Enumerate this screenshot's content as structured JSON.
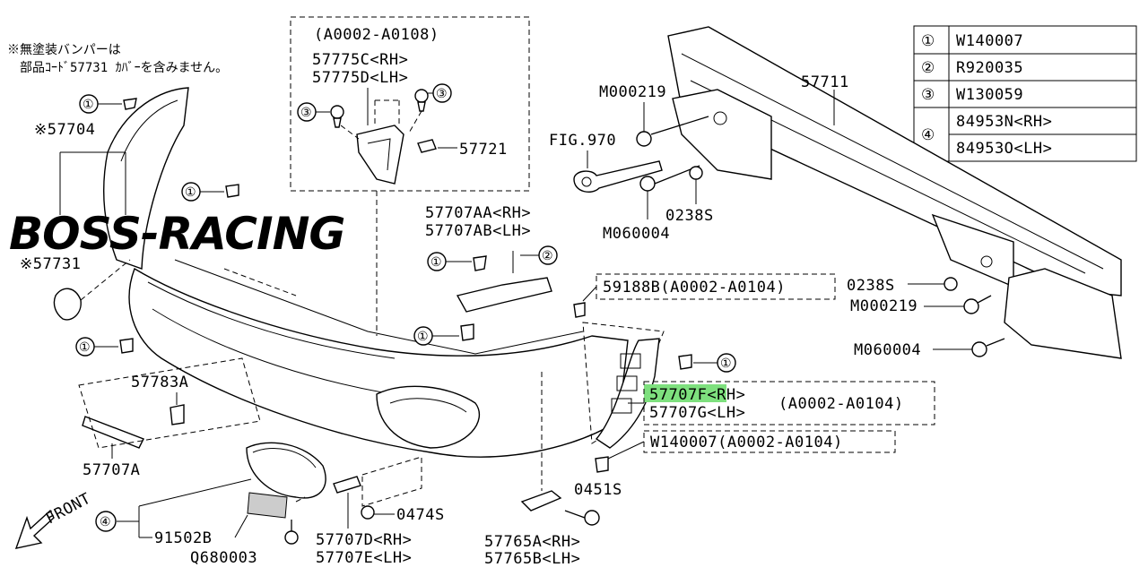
{
  "note": {
    "line1": "※無塗装バンパーは",
    "line2": "部品ｺｰﾄﾞ57731 ｶﾊﾞｰを含みません。"
  },
  "watermark": "BOSS-RACING",
  "legend": [
    {
      "num": "①",
      "code": "W140007"
    },
    {
      "num": "②",
      "code": "R920035"
    },
    {
      "num": "③",
      "code": "W130059"
    },
    {
      "num": "④",
      "code": "84953N<RH>",
      "code2": "84953O<LH>"
    }
  ],
  "callouts": {
    "c1": "①",
    "c2": "②",
    "c3": "③",
    "c4": "④"
  },
  "parts": {
    "bracket_box_range": "(A0002-A0108)",
    "p57775C": "57775C<RH>",
    "p57775D": "57775D<LH>",
    "p57721": "57721",
    "p57704": "※57704",
    "p57731": "※57731",
    "p57707AA": "57707AA<RH>",
    "p57707AB": "57707AB<LH>",
    "p59188B": "59188B(A0002-A0104)",
    "p57783A": "57783A",
    "p57707A": "57707A",
    "p57707F": "57707F<RH>",
    "p57707G": "57707G<LH>",
    "p57707FG_range": "(A0002-A0104)",
    "pW140007": "W140007(A0002-A0104)",
    "p0451S": "0451S",
    "p91502B": "91502B",
    "pQ68000G": "Q680003",
    "p57707D": "57707D<RH>",
    "p57707E": "57707E<LH>",
    "p0474S": "0474S",
    "p57765A": "57765A<RH>",
    "p57765B": "57765B<LH>",
    "pM000219a": "M000219",
    "pFIG970": "FIG.970",
    "pM060004a": "M060004",
    "p0238Sa": "0238S",
    "p57711": "57711",
    "p0238Sb": "0238S",
    "pM000219b": "M000219",
    "pM060004b": "M060004",
    "front": "FRONT"
  },
  "colors": {
    "highlight": "#7ee07e",
    "line": "#000000",
    "background": "#ffffff"
  }
}
